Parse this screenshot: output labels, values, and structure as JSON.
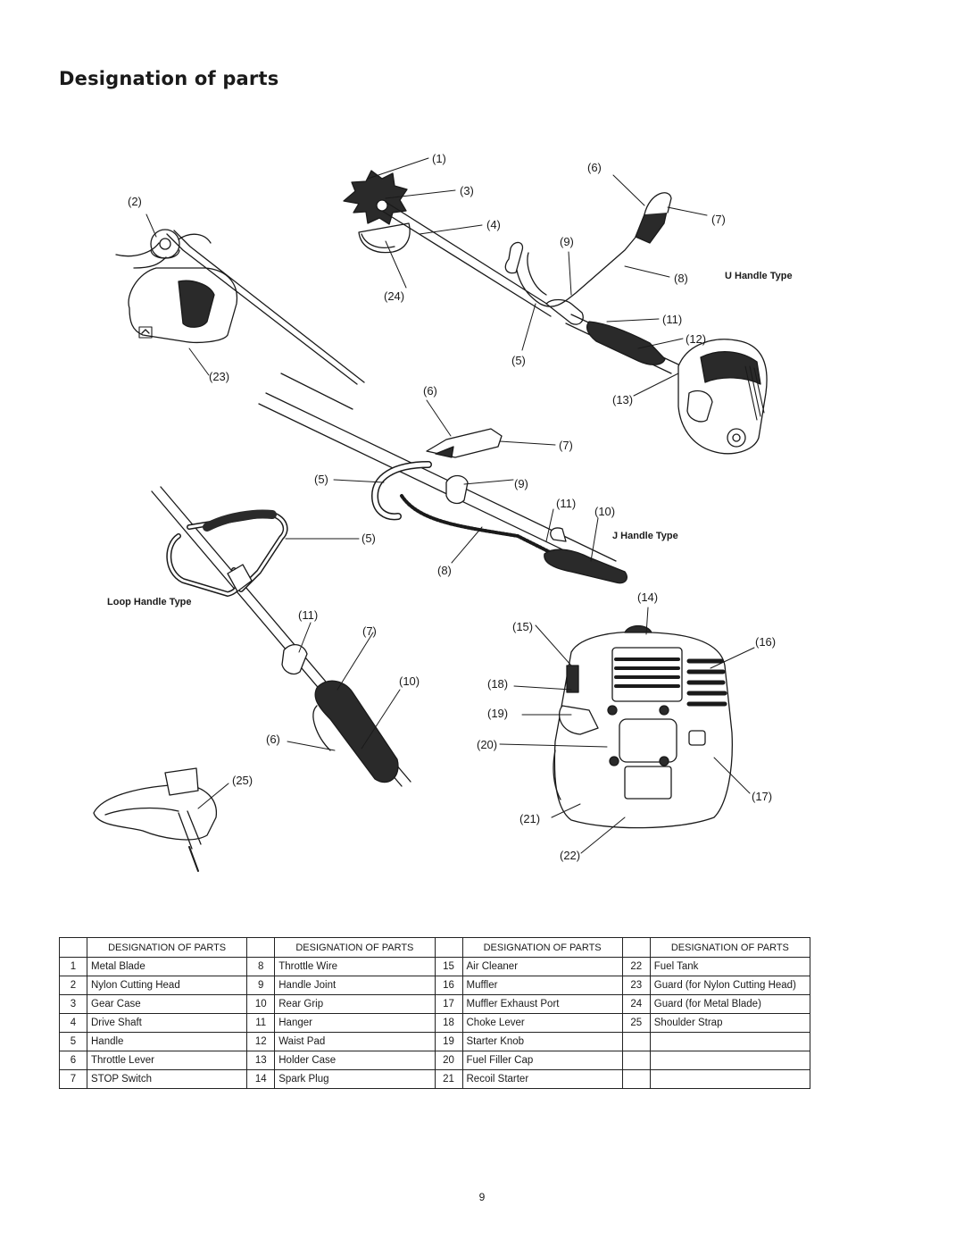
{
  "title": "Designation of parts",
  "diagram": {
    "type_labels": {
      "u_handle": "U Handle Type",
      "j_handle": "J Handle Type",
      "loop_handle": "Loop Handle Type"
    },
    "callouts": {
      "n1": "(1)",
      "n2": "(2)",
      "n3": "(3)",
      "n4": "(4)",
      "n5": "(5)",
      "n6": "(6)",
      "n7": "(7)",
      "n8": "(8)",
      "n9": "(9)",
      "n10": "(10)",
      "n11": "(11)",
      "n12": "(12)",
      "n13": "(13)",
      "n14": "(14)",
      "n15": "(15)",
      "n16": "(16)",
      "n17": "(17)",
      "n18": "(18)",
      "n19": "(19)",
      "n20": "(20)",
      "n21": "(21)",
      "n22": "(22)",
      "n23": "(23)",
      "n24": "(24)",
      "n25": "(25)"
    }
  },
  "table": {
    "header": "DESIGNATION OF PARTS",
    "rows": [
      [
        [
          "1",
          "Metal Blade"
        ],
        [
          "8",
          "Throttle Wire"
        ],
        [
          "15",
          "Air Cleaner"
        ],
        [
          "22",
          "Fuel Tank"
        ]
      ],
      [
        [
          "2",
          "Nylon Cutting Head"
        ],
        [
          "9",
          "Handle Joint"
        ],
        [
          "16",
          "Muffler"
        ],
        [
          "23",
          "Guard (for Nylon Cutting Head)"
        ]
      ],
      [
        [
          "3",
          "Gear Case"
        ],
        [
          "10",
          "Rear Grip"
        ],
        [
          "17",
          "Muffler Exhaust Port"
        ],
        [
          "24",
          "Guard (for Metal Blade)"
        ]
      ],
      [
        [
          "4",
          "Drive Shaft"
        ],
        [
          "11",
          "Hanger"
        ],
        [
          "18",
          "Choke Lever"
        ],
        [
          "25",
          "Shoulder Strap"
        ]
      ],
      [
        [
          "5",
          "Handle"
        ],
        [
          "12",
          "Waist Pad"
        ],
        [
          "19",
          "Starter Knob"
        ],
        [
          "",
          ""
        ]
      ],
      [
        [
          "6",
          "Throttle Lever"
        ],
        [
          "13",
          "Holder Case"
        ],
        [
          "20",
          "Fuel Filler Cap"
        ],
        [
          "",
          ""
        ]
      ],
      [
        [
          "7",
          "STOP Switch"
        ],
        [
          "14",
          "Spark Plug"
        ],
        [
          "21",
          "Recoil Starter"
        ],
        [
          "",
          ""
        ]
      ]
    ]
  },
  "page_number": "9"
}
